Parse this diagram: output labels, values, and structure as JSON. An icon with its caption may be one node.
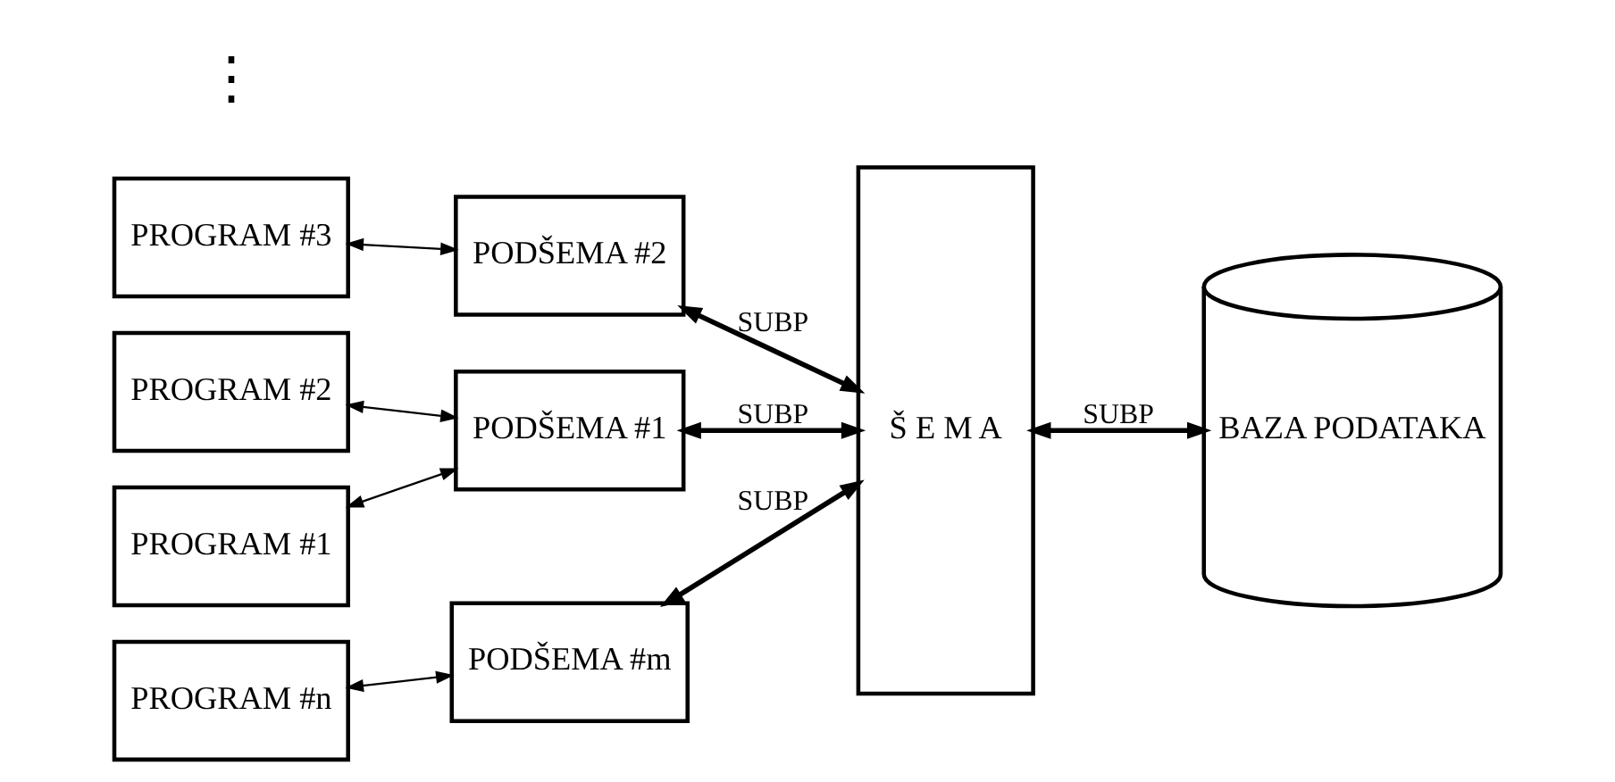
{
  "diagram": {
    "nodes": [
      {
        "text": [
          "PROGRAM #1"
        ]
      },
      {
        "text": [
          "PROGRAM #2"
        ]
      },
      {
        "text": [
          "PROGRAM #3"
        ]
      },
      {
        "text": [
          "PROGRAM #n"
        ]
      },
      {
        "text": [
          "PODŠEMA #1"
        ]
      },
      {
        "text": [
          "PODŠEMA #2"
        ]
      },
      {
        "text": [
          "PODŠEMA #m"
        ]
      },
      {
        "text": [
          "Š E M A"
        ]
      },
      {
        "text": [
          "BAZA PODATAKA"
        ]
      }
    ],
    "edges": [
      {
        "from": 0,
        "to": 4,
        "arrow": "both"
      },
      {
        "from": 1,
        "to": 4,
        "arrow": "both"
      },
      {
        "from": 2,
        "to": 5,
        "arrow": "both"
      },
      {
        "from": 3,
        "to": 6,
        "arrow": "both"
      },
      {
        "from": 4,
        "to": 7,
        "arrow": "both",
        "label": "SUBP",
        "style": "thick"
      },
      {
        "from": 5,
        "to": 7,
        "arrow": "both",
        "label": "SUBP",
        "style": "thick"
      },
      {
        "from": 6,
        "to": 7,
        "arrow": "both",
        "label": "SUBP",
        "style": "thick"
      },
      {
        "from": 7,
        "to": 8,
        "arrow": "both",
        "label": "SUBP",
        "style": "thick"
      }
    ],
    "labels": [
      "⋮"
    ]
  }
}
